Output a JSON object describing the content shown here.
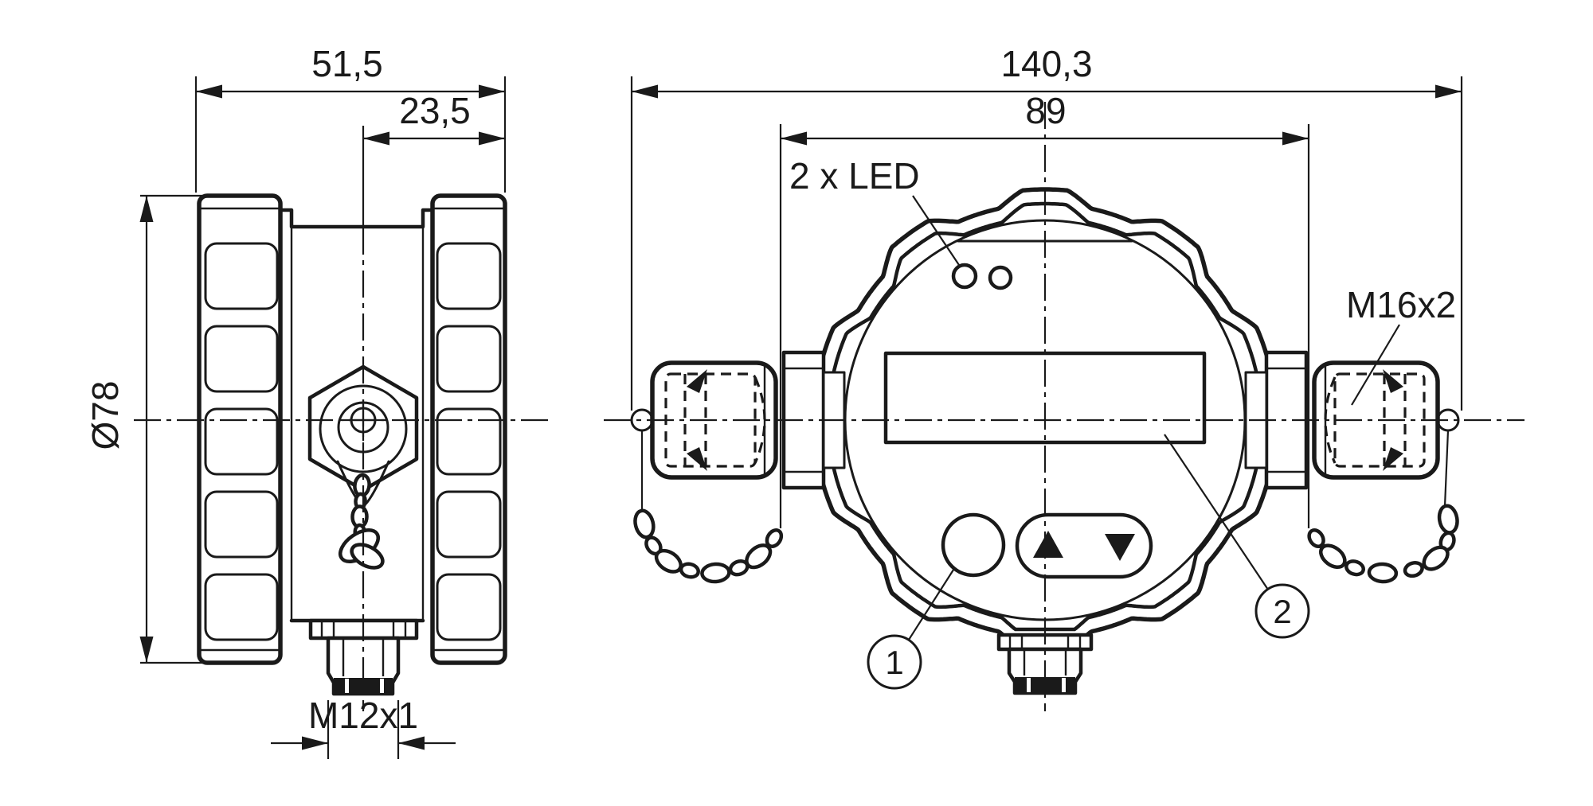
{
  "drawing_kind": "technical-dimension-drawing",
  "dimensions": {
    "side_total_width": "51,5",
    "center_to_front_face": "23,5",
    "body_diameter": "Ø78",
    "bottom_connector_thread": "M12x1",
    "front_total_width": "140,3",
    "across_ports_width": "89",
    "port_thread": "M16x2"
  },
  "labels": {
    "led": "2 x LED"
  },
  "callouts": {
    "c1": "1",
    "c2": "2"
  },
  "icons": {
    "up_button": "triangle-up",
    "down_button": "triangle-down"
  },
  "colors": {
    "line": "#1a1a1a",
    "background": "#ffffff"
  }
}
